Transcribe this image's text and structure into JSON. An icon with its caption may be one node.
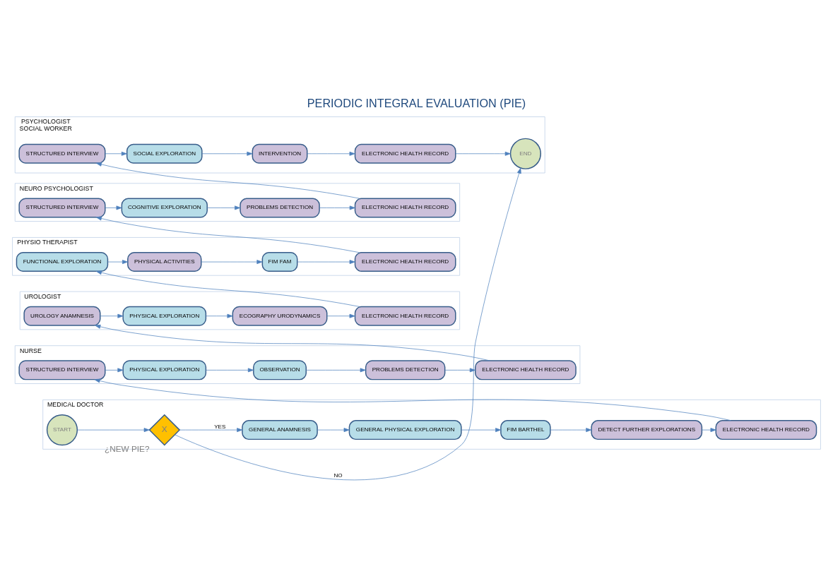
{
  "diagram": {
    "title": "PERIODIC INTEGRAL EVALUATION (PIE)",
    "nodes": [
      {
        "text": [
          "MEDICAL DOCTOR"
        ]
      },
      {
        "text": [
          "START"
        ],
        "in": 0
      },
      {
        "text": [
          "X"
        ],
        "in": 0,
        "beside": [
          "¿NEW PIE?"
        ]
      },
      {
        "text": [
          "GENERAL ANAMNESIS"
        ],
        "in": 0
      },
      {
        "text": [
          "GENERAL PHYSICAL EXPLORATION"
        ],
        "in": 0
      },
      {
        "text": [
          "FIM BARTHEL"
        ],
        "in": 0
      },
      {
        "text": [
          "DETECT FURTHER EXPLORATIONS"
        ],
        "in": 0
      },
      {
        "text": [
          "ELECTRONIC HEALTH RECORD"
        ],
        "in": 0
      },
      {
        "text": [
          "NURSE"
        ]
      },
      {
        "text": [
          "STRUCTURED INTERVIEW"
        ],
        "in": 8
      },
      {
        "text": [
          "PHYSICAL EXPLORATION"
        ],
        "in": 8
      },
      {
        "text": [
          "OBSERVATION"
        ],
        "in": 8
      },
      {
        "text": [
          "PROBLEMS DETECTION"
        ],
        "in": 8
      },
      {
        "text": [
          "ELECTRONIC HEALTH RECORD"
        ],
        "in": 8
      },
      {
        "text": [
          "UROLOGIST"
        ]
      },
      {
        "text": [
          "UROLOGY ANAMNESIS"
        ],
        "in": 14
      },
      {
        "text": [
          "PHYSICAL EXPLORATION"
        ],
        "in": 14
      },
      {
        "text": [
          "ECOGRAPHY URODYNAMICS"
        ],
        "in": 14
      },
      {
        "text": [
          "ELECTRONIC HEALTH RECORD"
        ],
        "in": 14
      },
      {
        "text": [
          "PHYSIO THERAPIST"
        ]
      },
      {
        "text": [
          "FUNCTIONAL EXPLORATION"
        ],
        "in": 19
      },
      {
        "text": [
          "PHYSICAL ACTIVITIES"
        ],
        "in": 19
      },
      {
        "text": [
          "FIM FAM"
        ],
        "in": 19
      },
      {
        "text": [
          "ELECTRONIC HEALTH RECORD"
        ],
        "in": 19
      },
      {
        "text": [
          "NEURO PSYCHOLOGIST"
        ]
      },
      {
        "text": [
          "STRUCTURED INTERVIEW"
        ],
        "in": 24
      },
      {
        "text": [
          "COGNITIVE EXPLORATION"
        ],
        "in": 24
      },
      {
        "text": [
          "PROBLEMS DETECTION"
        ],
        "in": 24
      },
      {
        "text": [
          "ELECTRONIC HEALTH RECORD"
        ],
        "in": 24
      },
      {
        "text": [
          "PSYCHOLOGIST",
          "SOCIAL WORKER"
        ]
      },
      {
        "text": [
          "STRUCTURED INTERVIEW"
        ],
        "in": 29
      },
      {
        "text": [
          "SOCIAL EXPLORATION"
        ],
        "in": 29
      },
      {
        "text": [
          "INTERVENTION"
        ],
        "in": 29
      },
      {
        "text": [
          "ELECTRONIC HEALTH RECORD"
        ],
        "in": 29
      },
      {
        "text": [
          "END"
        ],
        "in": 29
      }
    ],
    "edges": [
      {
        "from": 1,
        "to": 2,
        "arrow": "to"
      },
      {
        "from": 2,
        "to": 3,
        "arrow": "to",
        "label": "YES"
      },
      {
        "from": 3,
        "to": 4,
        "arrow": "to"
      },
      {
        "from": 4,
        "to": 5,
        "arrow": "to"
      },
      {
        "from": 5,
        "to": 6,
        "arrow": "to"
      },
      {
        "from": 6,
        "to": 7,
        "arrow": "to"
      },
      {
        "from": 7,
        "to": 9,
        "arrow": "to"
      },
      {
        "from": 9,
        "to": 10,
        "arrow": "to"
      },
      {
        "from": 10,
        "to": 11,
        "arrow": "to"
      },
      {
        "from": 11,
        "to": 12,
        "arrow": "to"
      },
      {
        "from": 12,
        "to": 13,
        "arrow": "to"
      },
      {
        "from": 13,
        "to": 15,
        "arrow": "to"
      },
      {
        "from": 15,
        "to": 16,
        "arrow": "to"
      },
      {
        "from": 16,
        "to": 17,
        "arrow": "to"
      },
      {
        "from": 17,
        "to": 18,
        "arrow": "to"
      },
      {
        "from": 18,
        "to": 20,
        "arrow": "to"
      },
      {
        "from": 20,
        "to": 21,
        "arrow": "to"
      },
      {
        "from": 21,
        "to": 22,
        "arrow": "to"
      },
      {
        "from": 22,
        "to": 23,
        "arrow": "to"
      },
      {
        "from": 23,
        "to": 25,
        "arrow": "to"
      },
      {
        "from": 25,
        "to": 26,
        "arrow": "to"
      },
      {
        "from": 26,
        "to": 27,
        "arrow": "to"
      },
      {
        "from": 27,
        "to": 28,
        "arrow": "to"
      },
      {
        "from": 28,
        "to": 30,
        "arrow": "to"
      },
      {
        "from": 30,
        "to": 31,
        "arrow": "to"
      },
      {
        "from": 31,
        "to": 32,
        "arrow": "to"
      },
      {
        "from": 32,
        "to": 33,
        "arrow": "to"
      },
      {
        "from": 33,
        "to": 34,
        "arrow": "to"
      },
      {
        "from": 2,
        "to": 34,
        "arrow": "to",
        "label": "NO"
      }
    ]
  }
}
